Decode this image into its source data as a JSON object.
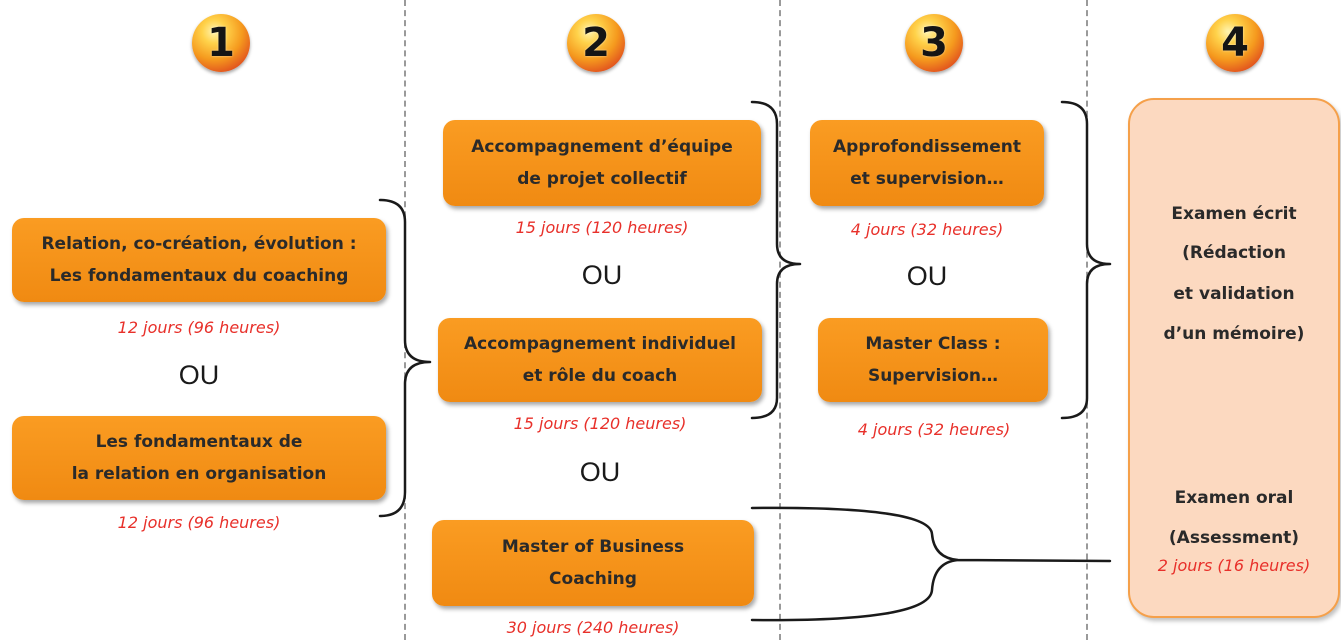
{
  "steps": [
    "1",
    "2",
    "3",
    "4"
  ],
  "column1": {
    "module_a": "Relation, co-création, évolution :\n Les fondamentaux du coaching",
    "duration_a": "12 jours (96 heures)",
    "or": "OU",
    "module_b": "Les fondamentaux de\nla relation en organisation",
    "duration_b": "12 jours (96 heures)"
  },
  "column2": {
    "module_a": "Accompagnement d’équipe\nde projet collectif",
    "duration_a": "15 jours (120 heures)",
    "or_a": "OU",
    "module_b": "Accompagnement individuel\net rôle du coach",
    "duration_b": "15 jours (120 heures)",
    "or_b": "OU",
    "module_c": "Master of Business\nCoaching",
    "duration_c": "30 jours (240 heures)"
  },
  "column3": {
    "module_a": "Approfondissement\net supervision…",
    "duration_a": "4 jours (32 heures)",
    "or": "OU",
    "module_b": "Master Class :\nSupervision…",
    "duration_b": "4 jours (32 heures)"
  },
  "column4": {
    "written_exam": [
      "Examen écrit",
      "(Rédaction",
      "et validation",
      "d’un mémoire)"
    ],
    "oral_exam": [
      "Examen oral",
      "(Assessment)"
    ],
    "duration": "2 jours (16 heures)"
  },
  "colors": {
    "module_fill": "#f7941d",
    "duration_text": "#e8302a",
    "exam_panel_fill": "#fcd9c0",
    "exam_panel_border": "#f5a04a",
    "divider": "#9a9a9a"
  }
}
